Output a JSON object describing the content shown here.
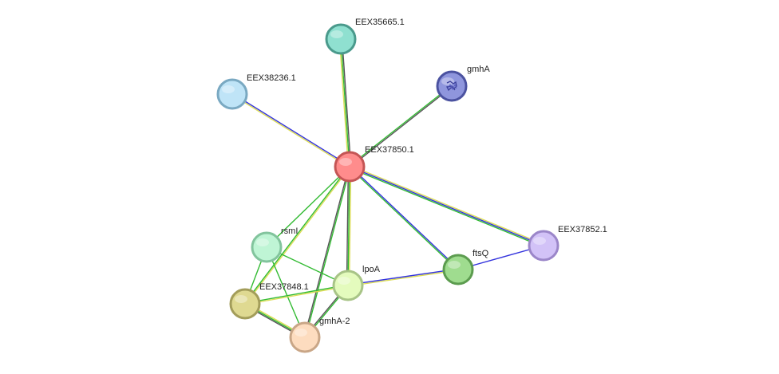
{
  "nodes": [
    {
      "id": "EEX37850.1",
      "label": "EEX37850.1",
      "fill": "#ff8c8c",
      "stroke": "#c45555"
    },
    {
      "id": "EEX35665.1",
      "label": "EEX35665.1",
      "fill": "#8fe0d0",
      "stroke": "#4a9a8c"
    },
    {
      "id": "gmhA",
      "label": "gmhA",
      "fill": "#8f96dd",
      "stroke": "#4b52a0",
      "icon": "protein-structure-icon"
    },
    {
      "id": "EEX38236.1",
      "label": "EEX38236.1",
      "fill": "#bfe4f7",
      "stroke": "#7aa9c2"
    },
    {
      "id": "EEX37852.1",
      "label": "EEX37852.1",
      "fill": "#d2c2f7",
      "stroke": "#9b86c9"
    },
    {
      "id": "ftsQ",
      "label": "ftsQ",
      "fill": "#9fdc8f",
      "stroke": "#5c9c4f"
    },
    {
      "id": "rsmI",
      "label": "rsmI",
      "fill": "#bff5d5",
      "stroke": "#82c49d"
    },
    {
      "id": "lpoA",
      "label": "lpoA",
      "fill": "#e4fbbd",
      "stroke": "#a8c487"
    },
    {
      "id": "EEX37848.1",
      "label": "EEX37848.1",
      "fill": "#dfd991",
      "stroke": "#a39d5a"
    },
    {
      "id": "gmhA-2",
      "label": "gmhA-2",
      "fill": "#fddcbf",
      "stroke": "#c9a687"
    }
  ],
  "edges": [
    {
      "source": "EEX37850.1",
      "target": "EEX35665.1",
      "colors": [
        "#dddd55",
        "#33bb33",
        "#555555"
      ]
    },
    {
      "source": "EEX37850.1",
      "target": "gmhA",
      "colors": [
        "#33bb33",
        "#555555"
      ]
    },
    {
      "source": "EEX37850.1",
      "target": "EEX38236.1",
      "colors": [
        "#dddd55",
        "#3333dd"
      ]
    },
    {
      "source": "EEX37850.1",
      "target": "EEX37852.1",
      "colors": [
        "#dddd55",
        "#3333dd",
        "#33bb33"
      ]
    },
    {
      "source": "EEX37850.1",
      "target": "ftsQ",
      "colors": [
        "#3333dd",
        "#33bb33"
      ]
    },
    {
      "source": "EEX37850.1",
      "target": "rsmI",
      "colors": [
        "#33bb33"
      ]
    },
    {
      "source": "EEX37850.1",
      "target": "lpoA",
      "colors": [
        "#dddd55",
        "#33bb33",
        "#555555"
      ]
    },
    {
      "source": "EEX37850.1",
      "target": "EEX37848.1",
      "colors": [
        "#dddd55",
        "#33bb33"
      ]
    },
    {
      "source": "EEX37850.1",
      "target": "gmhA-2",
      "colors": [
        "#33bb33",
        "#555555"
      ]
    },
    {
      "source": "ftsQ",
      "target": "EEX37852.1",
      "colors": [
        "#3333dd"
      ]
    },
    {
      "source": "ftsQ",
      "target": "lpoA",
      "colors": [
        "#dddd55",
        "#3333dd"
      ]
    },
    {
      "source": "rsmI",
      "target": "lpoA",
      "colors": [
        "#33bb33"
      ]
    },
    {
      "source": "rsmI",
      "target": "EEX37848.1",
      "colors": [
        "#33bb33"
      ]
    },
    {
      "source": "rsmI",
      "target": "gmhA-2",
      "colors": [
        "#33bb33"
      ]
    },
    {
      "source": "lpoA",
      "target": "EEX37848.1",
      "colors": [
        "#dddd55",
        "#33bb33"
      ]
    },
    {
      "source": "lpoA",
      "target": "gmhA-2",
      "colors": [
        "#33bb33",
        "#555555"
      ]
    },
    {
      "source": "EEX37848.1",
      "target": "gmhA-2",
      "colors": [
        "#dddd55",
        "#33bb33",
        "#555555"
      ]
    }
  ]
}
